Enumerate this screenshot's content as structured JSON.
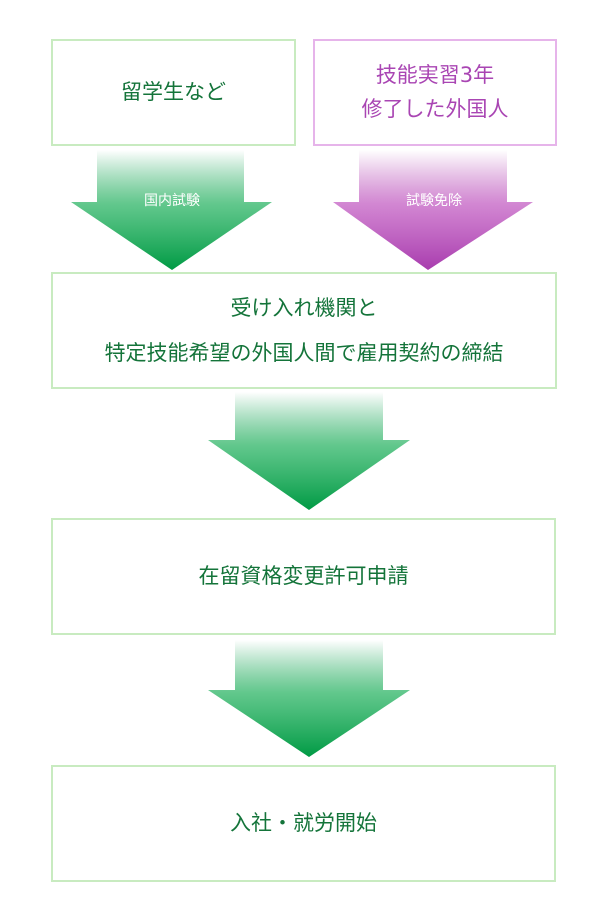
{
  "boxes": {
    "students": "留学生など",
    "trainee_line1": "技能実習3年",
    "trainee_line2": "修了した外国人",
    "contract_line1": "受け入れ機関と",
    "contract_line2": "特定技能希望の外国人間で雇用契約の締結",
    "status_change": "在留資格変更許可申請",
    "start_work": "入社・就労開始"
  },
  "arrows": {
    "domestic_exam": "国内試験",
    "exam_exempt": "試験免除"
  },
  "colors": {
    "green": "#009a44",
    "purple": "#b040b0",
    "green_text": "#14743a",
    "purple_text": "#a945b3"
  }
}
